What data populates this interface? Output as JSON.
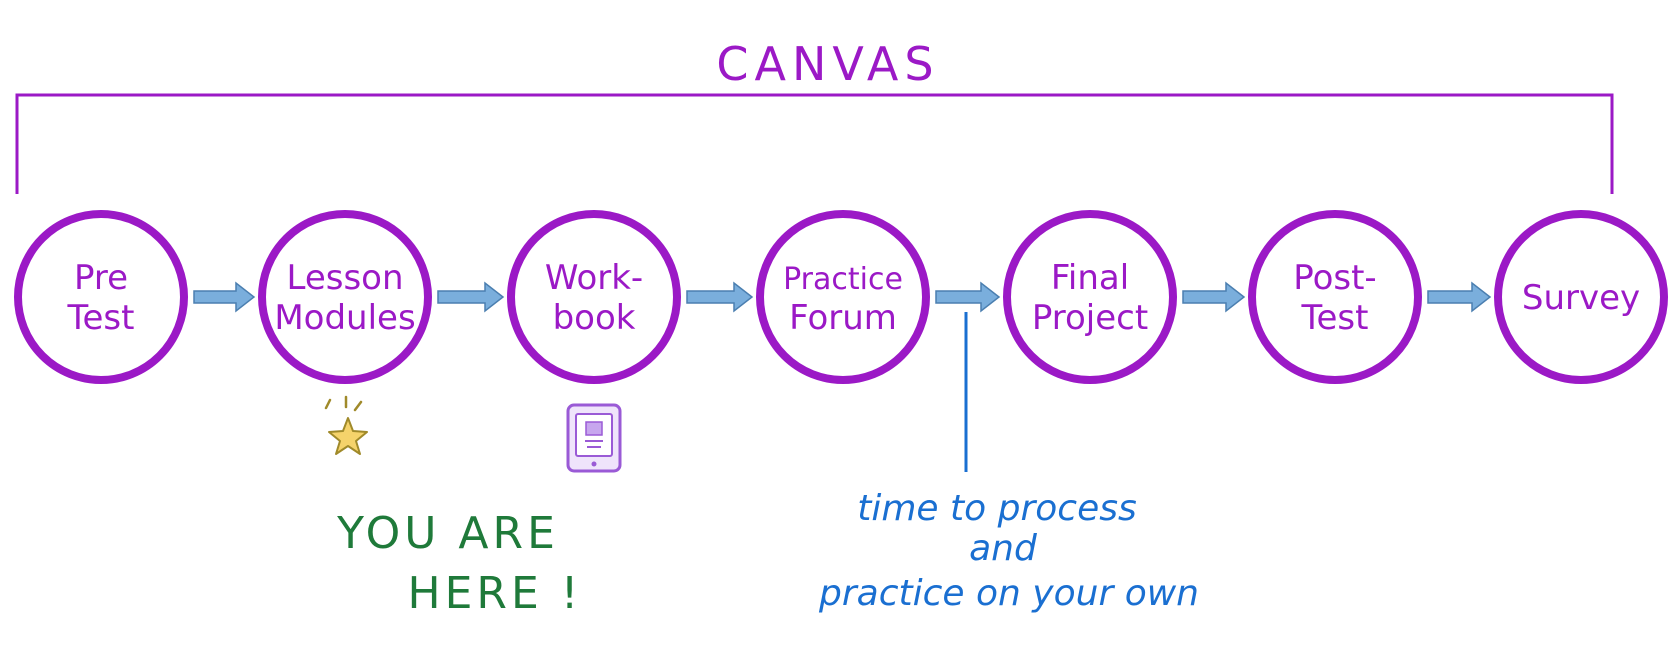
{
  "title": "CANVAS",
  "steps": [
    {
      "lines": [
        "Pre",
        "Test"
      ]
    },
    {
      "lines": [
        "Lesson",
        "Modules"
      ]
    },
    {
      "lines": [
        "Work-",
        "book"
      ]
    },
    {
      "lines": [
        "Practice",
        "Forum"
      ]
    },
    {
      "lines": [
        "Final",
        "Project"
      ]
    },
    {
      "lines": [
        "Post-",
        "Test"
      ]
    },
    {
      "lines": [
        "Survey"
      ]
    }
  ],
  "you_are_here": {
    "line1": "YOU ARE",
    "line2": "HERE !"
  },
  "note": {
    "line1": "time to process",
    "line2": "and",
    "line3": "practice on your own"
  },
  "icons": {
    "star": "star-icon",
    "tablet": "tablet-icon"
  },
  "colors": {
    "purple": "#9b19c6",
    "arrow_fill": "#7aaedc",
    "arrow_stroke": "#4b7fb0",
    "green": "#1f7a3a",
    "blue": "#1a6fd1",
    "star_fill": "#f5d36b",
    "star_stroke": "#a08a2a",
    "tablet": "#9a5ad6"
  }
}
